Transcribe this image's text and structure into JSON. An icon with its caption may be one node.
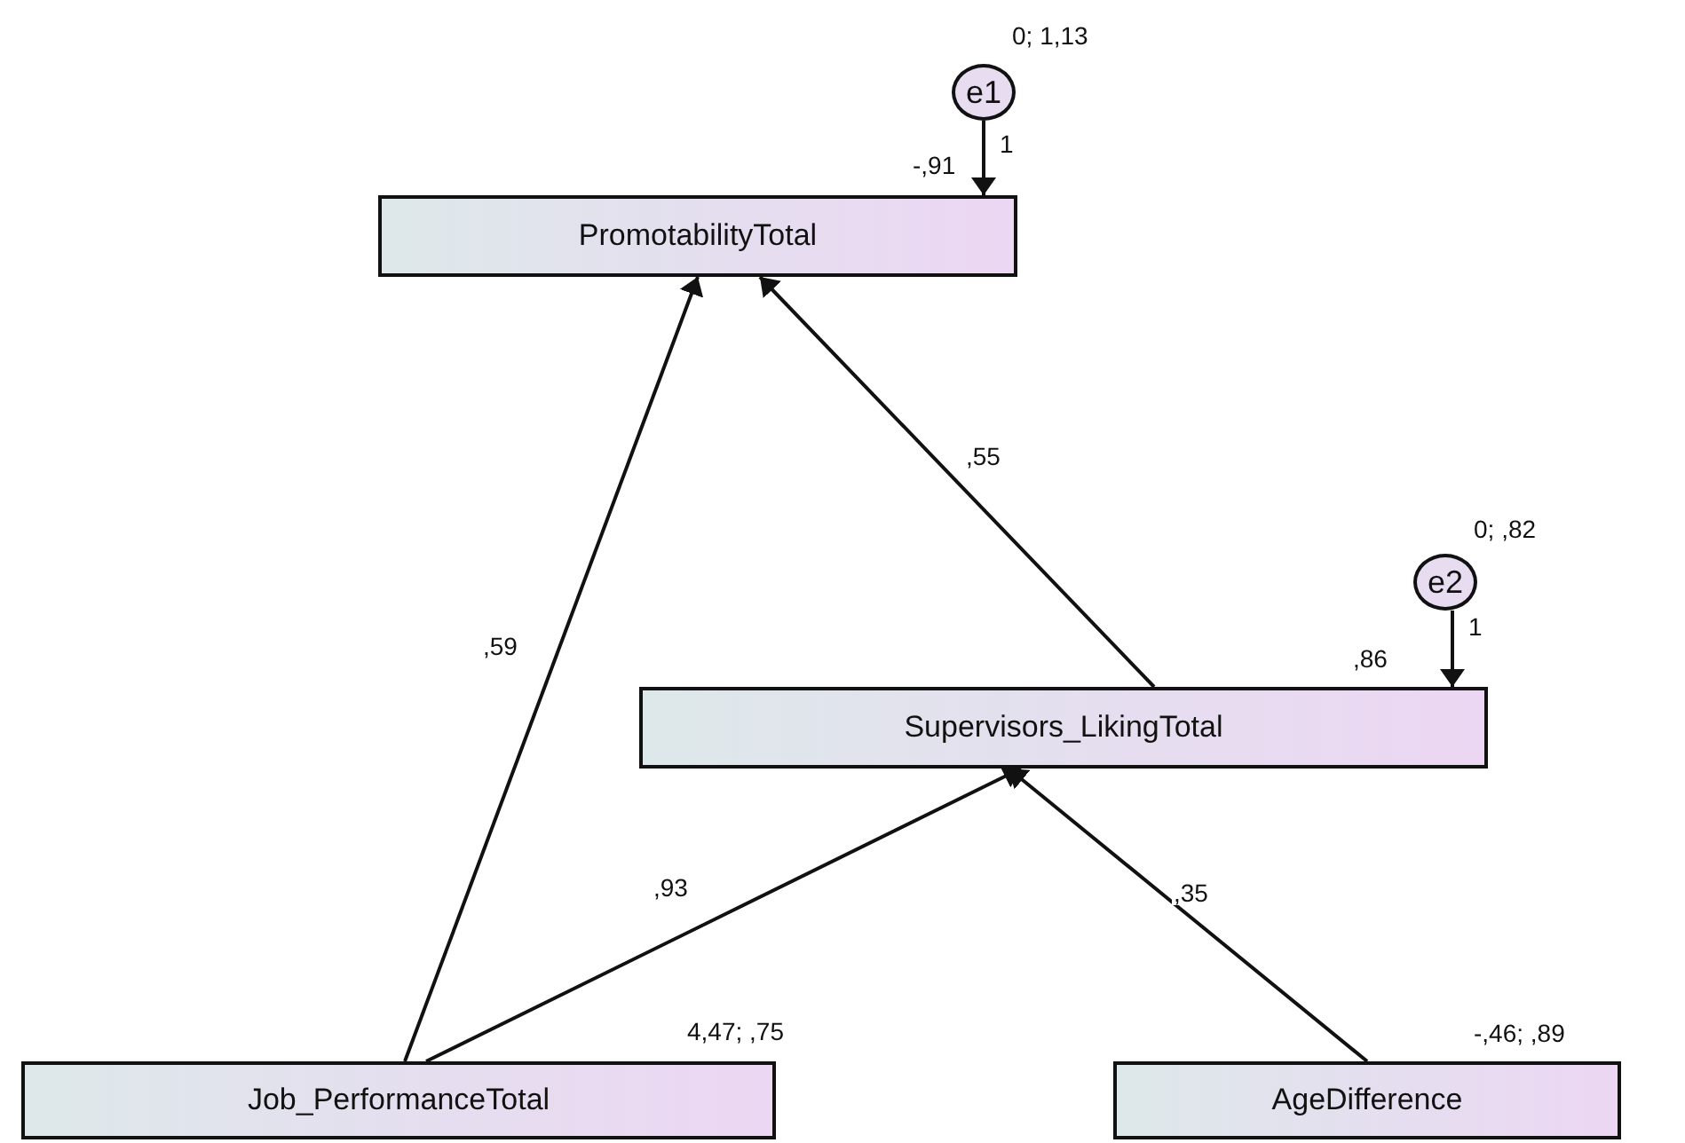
{
  "diagram": {
    "nodes": [
      {
        "text": [
          "e1"
        ],
        "beside": [
          "0; 1,13"
        ]
      },
      {
        "text": [
          "PromotabilityTotal"
        ],
        "beside": [
          "-,91"
        ]
      },
      {
        "text": [
          "e2"
        ],
        "beside": [
          "0; ,82"
        ]
      },
      {
        "text": [
          "Supervisors_LikingTotal"
        ],
        "beside": [
          ",86"
        ]
      },
      {
        "text": [
          "Job_PerformanceTotal"
        ],
        "beside": [
          "4,47; ,75"
        ]
      },
      {
        "text": [
          "AgeDifference"
        ],
        "beside": [
          "-,46; ,89"
        ]
      }
    ],
    "edges": [
      {
        "from": 0,
        "to": 1,
        "arrow": "to",
        "label": "1"
      },
      {
        "from": 3,
        "to": 1,
        "arrow": "to",
        "label": ",55"
      },
      {
        "from": 4,
        "to": 1,
        "arrow": "to",
        "label": ",59"
      },
      {
        "from": 2,
        "to": 3,
        "arrow": "to",
        "label": "1"
      },
      {
        "from": 4,
        "to": 3,
        "arrow": "to",
        "label": ",93"
      },
      {
        "from": 5,
        "to": 3,
        "arrow": "to",
        "label": ",35"
      }
    ]
  }
}
